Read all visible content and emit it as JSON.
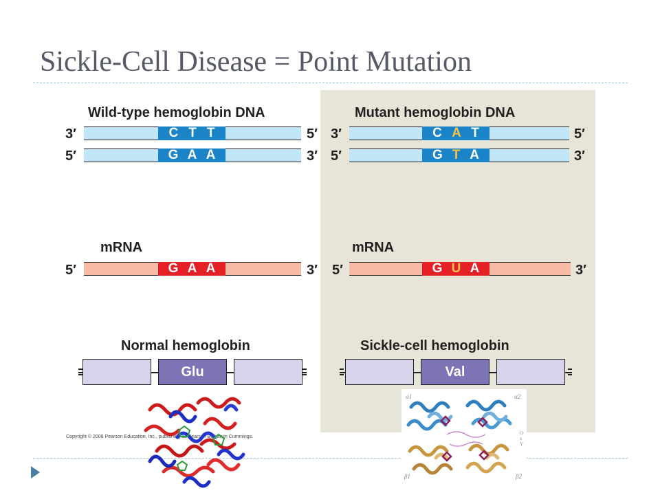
{
  "title": "Sickle-Cell Disease = Point Mutation",
  "wild": {
    "dna_heading": "Wild-type hemoglobin DNA",
    "top_strand": {
      "left_end": "3′",
      "right_end": "5′",
      "bases": [
        "C",
        "T",
        "T"
      ]
    },
    "bottom_strand": {
      "left_end": "5′",
      "right_end": "3′",
      "bases": [
        "G",
        "A",
        "A"
      ]
    },
    "mrna_heading": "mRNA",
    "mrna": {
      "left_end": "5′",
      "right_end": "3′",
      "bases": [
        "G",
        "A",
        "A"
      ]
    },
    "protein_heading": "Normal hemoglobin",
    "amino_acid": "Glu"
  },
  "mutant": {
    "dna_heading": "Mutant hemoglobin DNA",
    "top_strand": {
      "left_end": "3′",
      "right_end": "5′",
      "bases": [
        "C",
        "A",
        "T"
      ]
    },
    "bottom_strand": {
      "left_end": "5′",
      "right_end": "3′",
      "bases": [
        "G",
        "T",
        "A"
      ]
    },
    "mrna_heading": "mRNA",
    "mrna": {
      "left_end": "5′",
      "right_end": "3′",
      "bases": [
        "G",
        "U",
        "A"
      ]
    },
    "protein_heading": "Sickle-cell hemoglobin",
    "amino_acid": "Val"
  },
  "copyright": "Copyright © 2008 Pearson Education, Inc., publishing as Pearson Benjamin Cummings.",
  "oxy_labels": {
    "alpha1": "α1",
    "alpha2": "α2",
    "beta1": "β1",
    "beta2": "β2",
    "oxy": "O x Y"
  },
  "colors": {
    "dna_strand": "#bfe5f6",
    "dna_box": "#1b84c6",
    "rna_strand": "#f8bba6",
    "rna_box": "#e41f26",
    "mutated_base": "#f7c24c",
    "protein_segment": "#d6d3ea",
    "protein_key": "#7d74b5",
    "mutant_panel": "#e7e5d8"
  }
}
